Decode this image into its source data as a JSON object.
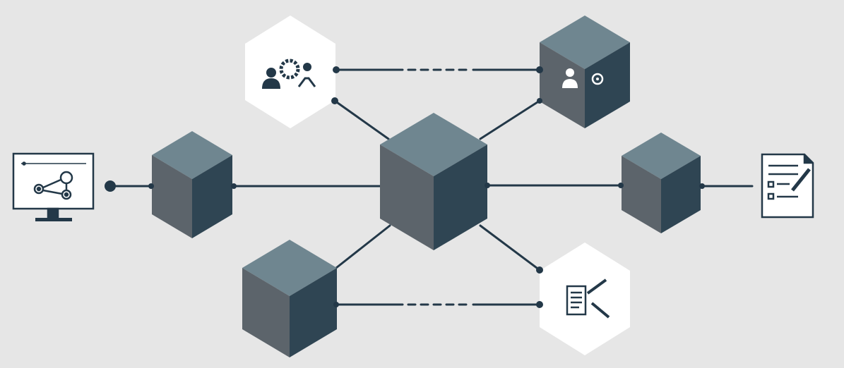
{
  "diagram": {
    "nodes": [
      {
        "id": "central-block",
        "kind": "cube"
      },
      {
        "id": "left-block",
        "kind": "cube"
      },
      {
        "id": "top-right-block",
        "kind": "cube",
        "icon": "user-chat-icon"
      },
      {
        "id": "right-block",
        "kind": "cube"
      },
      {
        "id": "bottom-left-block",
        "kind": "cube"
      },
      {
        "id": "collaboration-node",
        "kind": "hexagon",
        "icon": "team-gear-icon"
      },
      {
        "id": "document-edit-node",
        "kind": "hexagon",
        "icon": "document-pen-icon"
      },
      {
        "id": "monitor-node",
        "kind": "icon",
        "icon": "monitor-network-icon"
      },
      {
        "id": "contract-node",
        "kind": "icon",
        "icon": "document-sign-icon"
      }
    ],
    "colors": {
      "background": "#e6e6e6",
      "cube_top": "#6f8690",
      "cube_left": "#5c646b",
      "cube_right": "#2f4553",
      "line": "#233848",
      "hex_fill": "#ffffff"
    }
  }
}
